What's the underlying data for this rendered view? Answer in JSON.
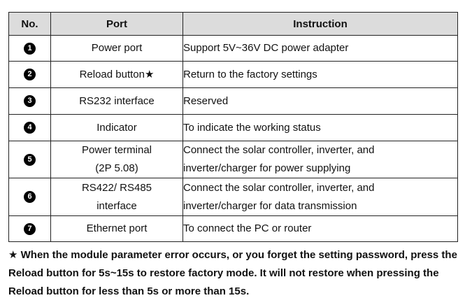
{
  "table": {
    "headers": {
      "no": "No.",
      "port": "Port",
      "instruction": "Instruction"
    },
    "rows": [
      {
        "num": "1",
        "port": "Power port",
        "instruction": "Support 5V~36V DC power adapter"
      },
      {
        "num": "2",
        "port": "Reload button★",
        "instruction": "Return to the factory settings"
      },
      {
        "num": "3",
        "port": "RS232 interface",
        "instruction": "Reserved"
      },
      {
        "num": "4",
        "port": "Indicator",
        "instruction": "To indicate the working status"
      },
      {
        "num": "5",
        "port_line1": "Power terminal",
        "port_line2": "(2P 5.08)",
        "instruction_line1": "Connect the solar controller, inverter, and",
        "instruction_line2": "inverter/charger for power supplying"
      },
      {
        "num": "6",
        "port_line1": "RS422/ RS485",
        "port_line2": "interface",
        "instruction_line1": "Connect the solar controller, inverter, and",
        "instruction_line2": "inverter/charger for data transmission"
      },
      {
        "num": "7",
        "port": "Ethernet port",
        "instruction": "To connect the PC or router"
      }
    ]
  },
  "note": {
    "star": "★",
    "text": "When the module parameter error occurs, or you forget the setting password, press the Reload button for 5s~15s to restore factory mode. It will not restore when pressing the Reload button for less than 5s or more than 15s."
  }
}
